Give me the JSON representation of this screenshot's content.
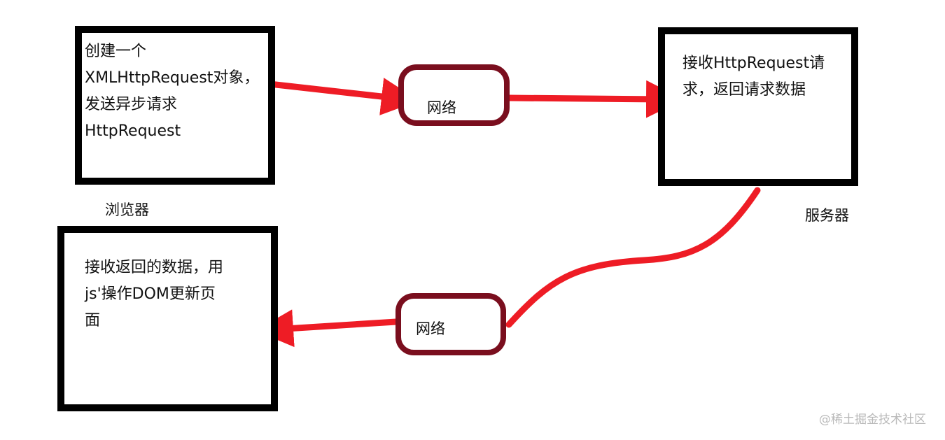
{
  "browser_request_box": {
    "lines": [
      "创建一个",
      "XMLHttpRequest对象，",
      "发送异步请求",
      "HttpRequest"
    ]
  },
  "browser_label": "浏览器",
  "server_box": {
    "lines": [
      "接收HttpRequest请",
      "求，返回请求数据"
    ]
  },
  "server_label": "服务器",
  "browser_response_box": {
    "lines": [
      "接收返回的数据，用",
      "js'操作DOM更新页",
      "面"
    ]
  },
  "network_top_label": "网络",
  "network_bottom_label": "网络",
  "watermark": "@稀土掘金技术社区",
  "colors": {
    "box_border": "#000000",
    "network_border": "#7a0e1e",
    "arrow": "#ee1c25",
    "watermark": "#b9b9b9"
  }
}
